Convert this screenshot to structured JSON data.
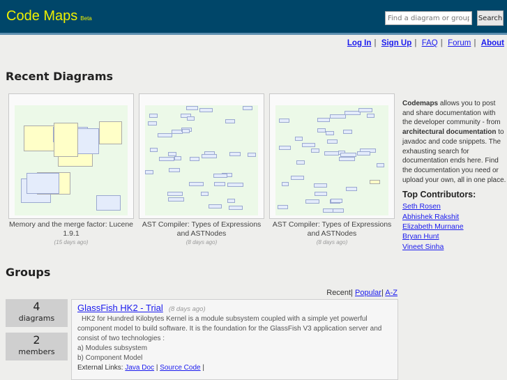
{
  "header": {
    "logo": "Code Maps",
    "beta": "Beta",
    "search_placeholder": "Find a diagram or group",
    "search_button": "Search"
  },
  "nav": {
    "login": "Log In",
    "signup": "Sign Up",
    "faq": "FAQ",
    "forum": "Forum",
    "about": "About"
  },
  "recent": {
    "title": "Recent Diagrams",
    "items": [
      {
        "title": "Memory and the merge factor: Lucene 1.9.1",
        "ago": "(15 days ago)"
      },
      {
        "title": "AST Compiler: Types of Expressions and ASTNodes",
        "ago": "(8 days ago)"
      },
      {
        "title": "AST Compiler: Types of Expressions and ASTNodes",
        "ago": "(8 days ago)"
      }
    ]
  },
  "about": {
    "brand": "Codemaps",
    "text1": " allows you to post and share documentation with the developer community - from ",
    "bold": "architectural documentation",
    "text2": " to javadoc and code snippets. The exhausting search for documentation ends here. Find the documentation you need or upload your own, all in one place."
  },
  "contributors": {
    "title": "Top Contributors:",
    "names": [
      "Seth Rosen",
      "Abhishek Rakshit",
      "Elizabeth Murnane",
      "Bryan Hunt",
      "Vineet Sinha"
    ]
  },
  "groups": {
    "title": "Groups",
    "sort": {
      "recent": "Recent",
      "popular": "Popular",
      "az": "A-Z"
    },
    "stats": [
      {
        "num": "4",
        "label": "diagrams"
      },
      {
        "num": "2",
        "label": "members"
      }
    ],
    "item": {
      "title": "GlassFish HK2 - Trial",
      "ago": "(8 days ago)",
      "desc": "HK2 for Hundred Kilobytes Kernel is a module subsystem coupled with a simple yet powerful component model to build software. It is the foundation for the GlassFish V3 application server and consist of two technologies :",
      "line_a": "a) Modules subsystem",
      "line_b": "b) Component Model",
      "ext_label": "External Links:",
      "link1": "Java Doc",
      "link2": "Source Code"
    }
  }
}
